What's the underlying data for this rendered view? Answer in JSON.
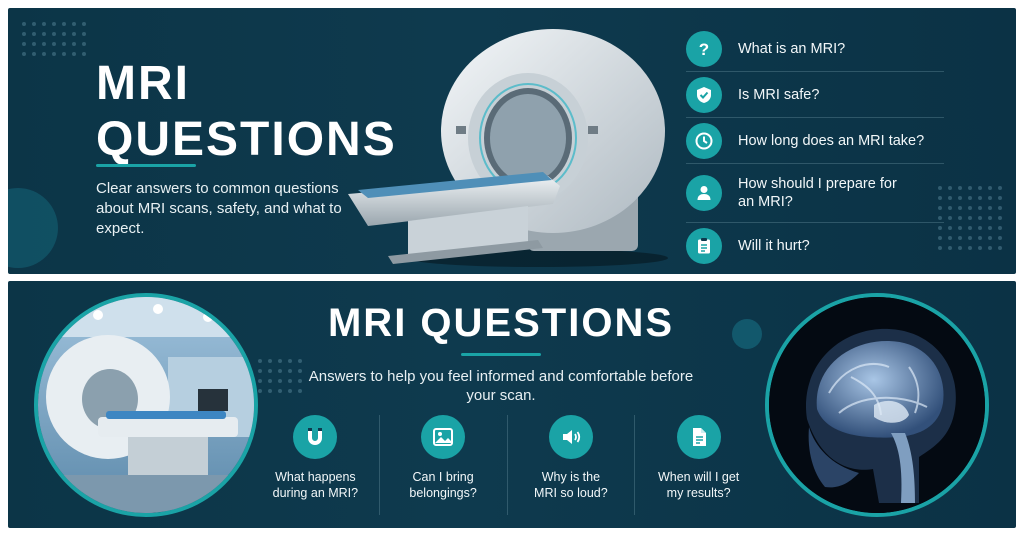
{
  "top": {
    "title_line1": "MRI",
    "title_line2": "QUESTIONS",
    "subtitle": "Clear answers to common questions about MRI scans, safety, and what to expect.",
    "questions": [
      {
        "icon": "question-mark-icon",
        "text": "What is an MRI?"
      },
      {
        "icon": "shield-check-icon",
        "text": "Is MRI safe?"
      },
      {
        "icon": "clock-icon",
        "text": "How long does an MRI take?"
      },
      {
        "icon": "person-icon",
        "text": "How should I prepare for an MRI?"
      },
      {
        "icon": "clipboard-icon",
        "text": "Will it hurt?"
      }
    ]
  },
  "bottom": {
    "title": "MRI QUESTIONS",
    "subtitle": "Answers to help you feel informed and comfortable before your scan.",
    "features": [
      {
        "icon": "magnet-icon",
        "label": "What happens\nduring an MRI?"
      },
      {
        "icon": "image-icon",
        "label": "Can I bring\nbelongings?"
      },
      {
        "icon": "speaker-icon",
        "label": "Why is the\nMRI so loud?"
      },
      {
        "icon": "document-icon",
        "label": "When will I get\nmy results?"
      }
    ]
  },
  "colors": {
    "background": "#0c3547",
    "accent": "#1aa3a6",
    "text": "#ffffff"
  }
}
